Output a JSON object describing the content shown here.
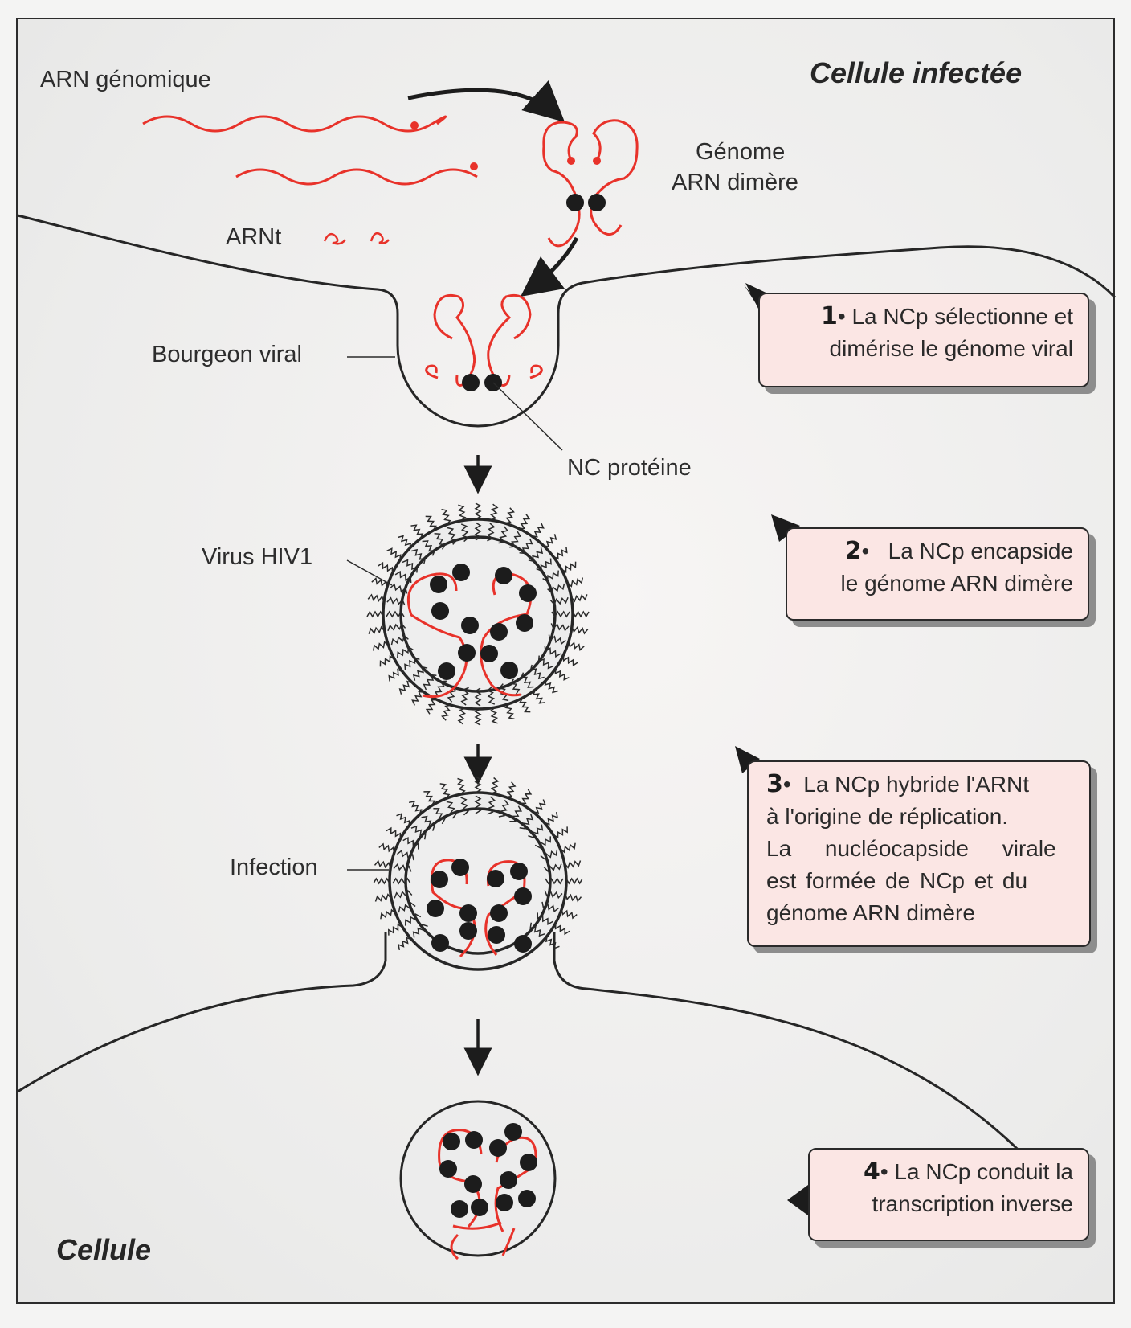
{
  "diagram": {
    "title_top": "Cellule infectée",
    "title_bottom": "Cellule",
    "colors": {
      "rna": "#e8322a",
      "protein": "#1a1a1a",
      "membrane": "#262626",
      "callout_bg": "#fbe6e4"
    },
    "labels": {
      "genomic_rna": "ARN génomique",
      "dimer_genome_line1": "Génome",
      "dimer_genome_line2": "ARN dimère",
      "trna": "ARNt",
      "viral_bud": "Bourgeon viral",
      "nc_protein": "NC protéine",
      "virus": "Virus HIV1",
      "infection": "Infection"
    },
    "steps": [
      {
        "num": "1",
        "sep": "•",
        "lines": [
          "La NCp sélectionne et",
          "dimérise le génome viral"
        ]
      },
      {
        "num": "2",
        "sep": "•",
        "lines": [
          "La NCp encapside",
          "le génome ARN dimère"
        ]
      },
      {
        "num": "3",
        "sep": "•",
        "lines": [
          "La NCp hybride l'ARNt",
          "à l'origine de réplication.",
          "La nucléocapside virale",
          "est formée de NCp et du",
          "génome ARN dimère"
        ]
      },
      {
        "num": "4",
        "sep": "•",
        "lines": [
          "La NCp conduit la",
          "transcription inverse"
        ]
      }
    ]
  }
}
